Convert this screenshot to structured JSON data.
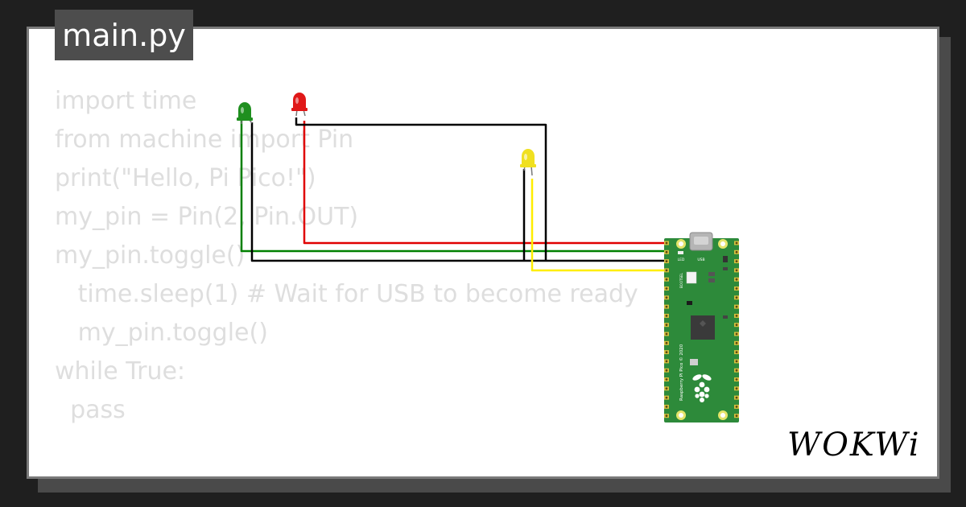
{
  "file": {
    "name": "main.py"
  },
  "code_lines": [
    "import time",
    "from machine import Pin",
    "print(\"Hello, Pi Pico!\")",
    "my_pin = Pin(2, Pin.OUT)",
    "my_pin.toggle()",
    "   time.sleep(1) # Wait for USB to become ready",
    "   my_pin.toggle()",
    "while True:",
    "  pass",
    "",
    "# from machine import Pin"
  ],
  "circuit": {
    "leds": [
      {
        "name": "green-led",
        "color": "#1f8f1f"
      },
      {
        "name": "red-led",
        "color": "#e01818"
      },
      {
        "name": "yellow-led",
        "color": "#f0e020"
      }
    ],
    "wires": {
      "red": "#e00000",
      "green": "#008000",
      "black": "#000000",
      "yellow": "#ffee00"
    },
    "board": {
      "pcb_color": "#2d8a3a",
      "silk_label": "Raspberry Pi Pico © 2020",
      "usb_label": "USB",
      "led_label": "LED",
      "bootsel_label": "BOOTSEL"
    }
  },
  "brand": {
    "logo_text": "WOKWi"
  }
}
